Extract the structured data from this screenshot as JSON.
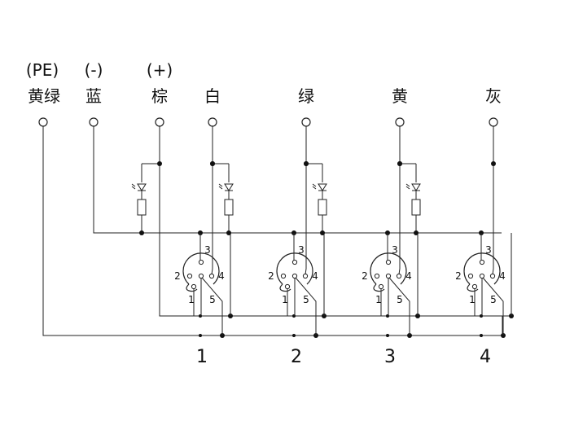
{
  "terminals": [
    {
      "id": "pe",
      "polarity": "(PE)",
      "label": "黄绿"
    },
    {
      "id": "neg",
      "polarity": "(-)",
      "label": "蓝"
    },
    {
      "id": "pos",
      "polarity": "(+)",
      "label": "棕"
    },
    {
      "id": "white",
      "polarity": "",
      "label": "白"
    },
    {
      "id": "green",
      "polarity": "",
      "label": "绿"
    },
    {
      "id": "yellow",
      "polarity": "",
      "label": "黄"
    },
    {
      "id": "gray",
      "polarity": "",
      "label": "灰"
    }
  ],
  "connectors": [
    {
      "number": "1",
      "pins": {
        "p1": "1",
        "p2": "2",
        "p3": "3",
        "p4": "4",
        "p5": "5"
      }
    },
    {
      "number": "2",
      "pins": {
        "p1": "1",
        "p2": "2",
        "p3": "3",
        "p4": "4",
        "p5": "5"
      }
    },
    {
      "number": "3",
      "pins": {
        "p1": "1",
        "p2": "2",
        "p3": "3",
        "p4": "4",
        "p5": "5"
      }
    },
    {
      "number": "4",
      "pins": {
        "p1": "1",
        "p2": "2",
        "p3": "3",
        "p4": "4",
        "p5": "5"
      }
    }
  ]
}
